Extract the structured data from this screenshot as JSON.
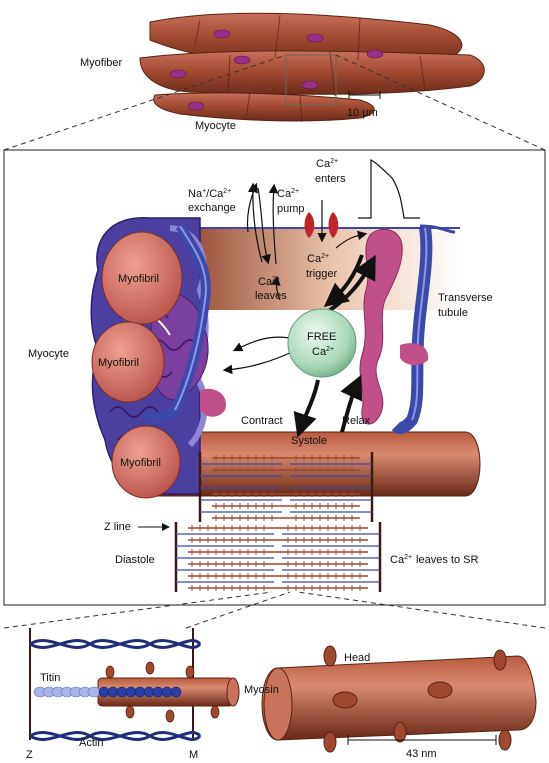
{
  "top": {
    "myofiber_label": "Myofiber",
    "myocyte_label": "Myocyte",
    "scale_label": "10 μm"
  },
  "middle": {
    "na_ca_exchange_line1": "Na",
    "na_ca_exchange_sup1": "+",
    "na_ca_exchange_mid": "/Ca",
    "na_ca_exchange_sup2": "2+",
    "na_ca_exchange_line2": "exchange",
    "pump_line1": "Ca",
    "pump_sup": "2+",
    "pump_line2": "pump",
    "enters_line1": "Ca",
    "enters_sup": "2+",
    "enters_line2": "enters",
    "trigger_line1": "Ca",
    "trigger_sup": "2+",
    "trigger_line2": "trigger",
    "leaves_line1": "Ca",
    "leaves_sup": "2+",
    "leaves_line2": "leaves",
    "free_line1": "FREE",
    "free_line2": "Ca",
    "free_sup": "2+",
    "myofibril_1": "Myofibril",
    "myofibril_2": "Myofibril",
    "myofibril_3": "Myofibril",
    "myocyte_label": "Myocyte",
    "ttubule_line1": "Transverse",
    "ttubule_line2": "tubule",
    "contract": "Contract",
    "relax": "Relax",
    "systole": "Systole",
    "zline": "Z line",
    "diastole": "Diastole",
    "leaves_sr_ca": "Ca",
    "leaves_sr_sup": "2+",
    "leaves_sr_text": "leaves to SR"
  },
  "bottom": {
    "titin": "Titin",
    "actin": "Actin",
    "z": "Z",
    "m": "M",
    "head": "Head",
    "myosin": "Myosin",
    "scale": "43 nm"
  },
  "colors": {
    "muscle": "#a0482e",
    "muscle_dark": "#6e2c1c",
    "tubule_blue": "#3d49a8",
    "sr_pink": "#c0508a",
    "myofibril_pink": "#d9776a",
    "purple": "#7b3fa0",
    "actin_blue": "#1f2d7a",
    "titin_light": "#a9b4e8",
    "free_ca_green": "#bfe3c9",
    "channel_red": "#c0242b"
  }
}
